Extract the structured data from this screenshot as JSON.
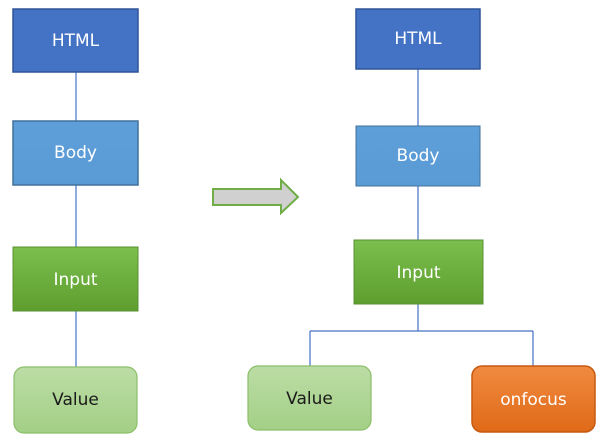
{
  "left_tree": {
    "html_label": "HTML",
    "body_label": "Body",
    "input_label": "Input",
    "value_label": "Value"
  },
  "right_tree": {
    "html_label": "HTML",
    "body_label": "Body",
    "input_label": "Input",
    "value_label": "Value",
    "onfocus_label": "onfocus"
  },
  "arrow": {
    "icon": "right-arrow-icon",
    "fill": "#d0d0d0",
    "stroke": "#70ad47"
  },
  "colors": {
    "html_node": "#4472c4",
    "body_node": "#5b9bd5",
    "input_node": "#70ad47",
    "value_node": "#a9d18e",
    "onfocus_node": "#ed7d31",
    "connector": "#4472c4"
  }
}
